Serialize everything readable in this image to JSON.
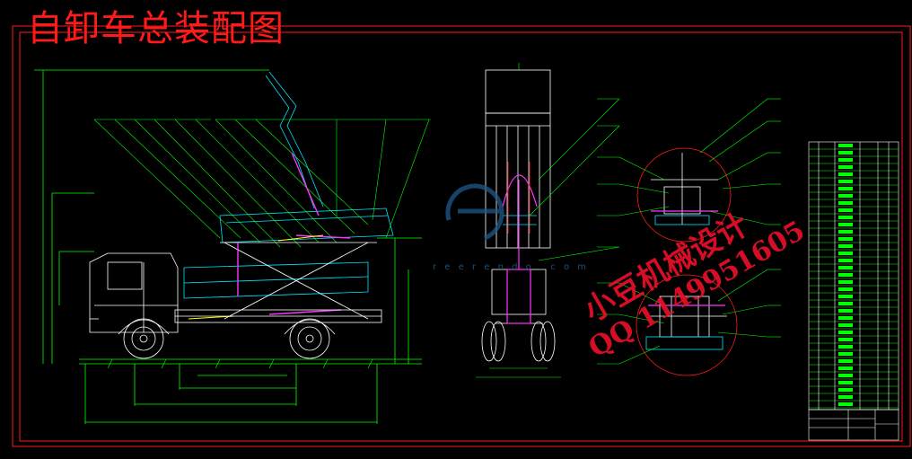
{
  "title": "自卸车总装配图",
  "watermark": {
    "line1": "小豆机械设计",
    "line2": "QQ 1149951605"
  },
  "site_mark": "r e e r e n d o . c o m",
  "colors": {
    "background": "#000000",
    "frame": "#ff1a1a",
    "lines": "#00ff00",
    "cyan": "#00e5ff",
    "white": "#ffffff",
    "magenta": "#ff33ff",
    "yellow": "#ffff00",
    "blue": "#1e5a8a"
  },
  "views": [
    "side-view",
    "rear-view",
    "detail-a",
    "detail-b",
    "parts-table",
    "title-block"
  ]
}
